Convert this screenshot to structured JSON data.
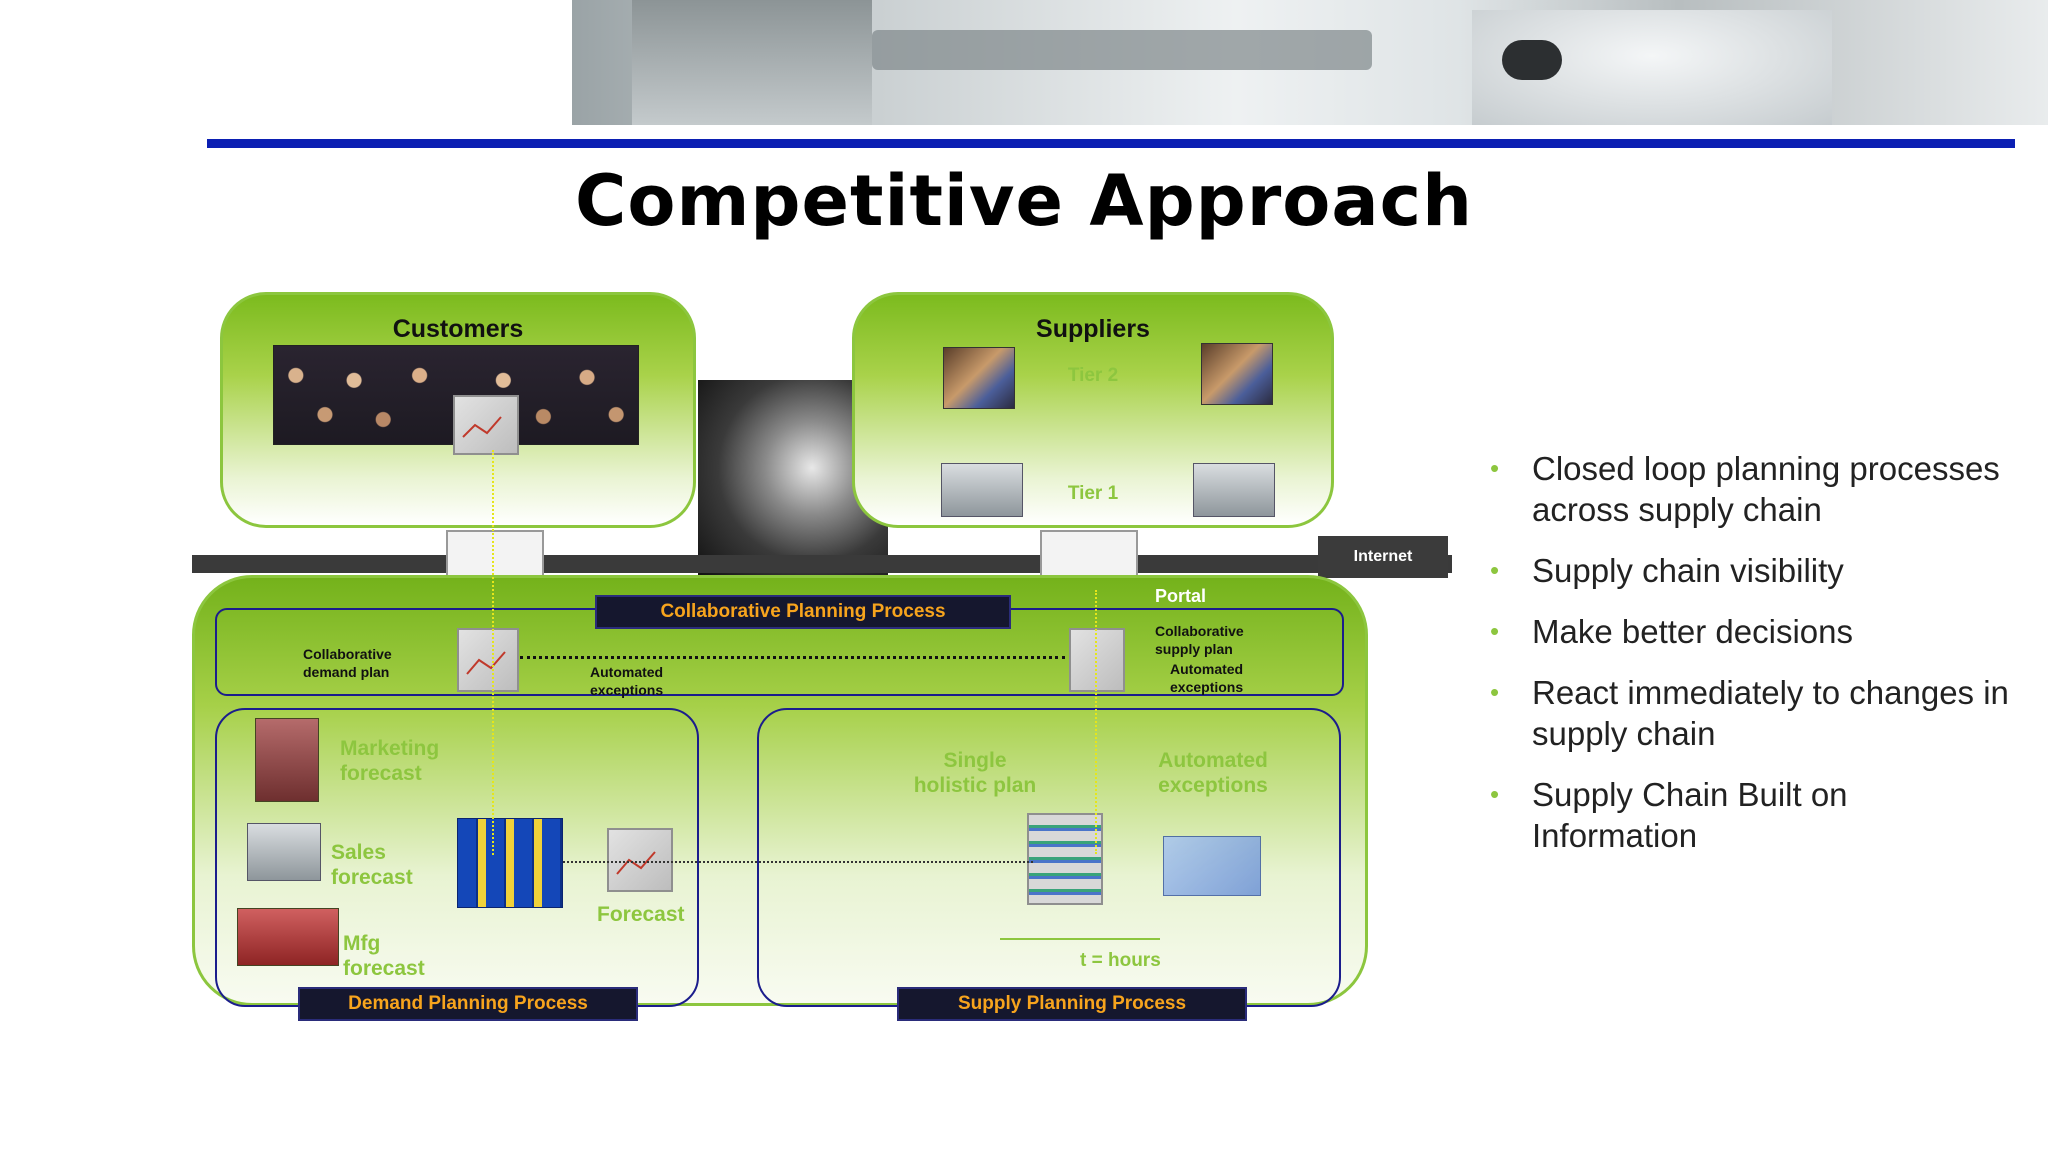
{
  "slide": {
    "title": "Competitive Approach"
  },
  "diagram": {
    "customers": {
      "title": "Customers"
    },
    "suppliers": {
      "title": "Suppliers",
      "tier2": "Tier 2",
      "tier1": "Tier 1"
    },
    "internet": "Internet",
    "portal": "Portal",
    "collaborative": {
      "label": "Collaborative Planning Process",
      "demand_plan": "Collaborative demand plan",
      "supply_plan": "Collaborative supply plan",
      "exceptions_left": "Automated exceptions",
      "exceptions_right": "Automated exceptions"
    },
    "demand": {
      "label": "Demand Planning Process",
      "marketing": "Marketing forecast",
      "sales": "Sales forecast",
      "mfg": "Mfg forecast",
      "forecast": "Forecast"
    },
    "supply": {
      "label": "Supply Planning Process",
      "holistic": "Single holistic plan",
      "exceptions": "Automated exceptions",
      "time": "t = hours"
    }
  },
  "bullets": [
    "Closed loop planning processes across supply chain",
    "Supply chain visibility",
    "Make better decisions",
    "React immediately to changes in supply chain",
    "Supply Chain Built on Information"
  ],
  "colors": {
    "rule": "#0b1fb3",
    "green": "#8dc63f",
    "navy_label_bg": "#15172e",
    "navy_label_text": "#f7a41d"
  }
}
